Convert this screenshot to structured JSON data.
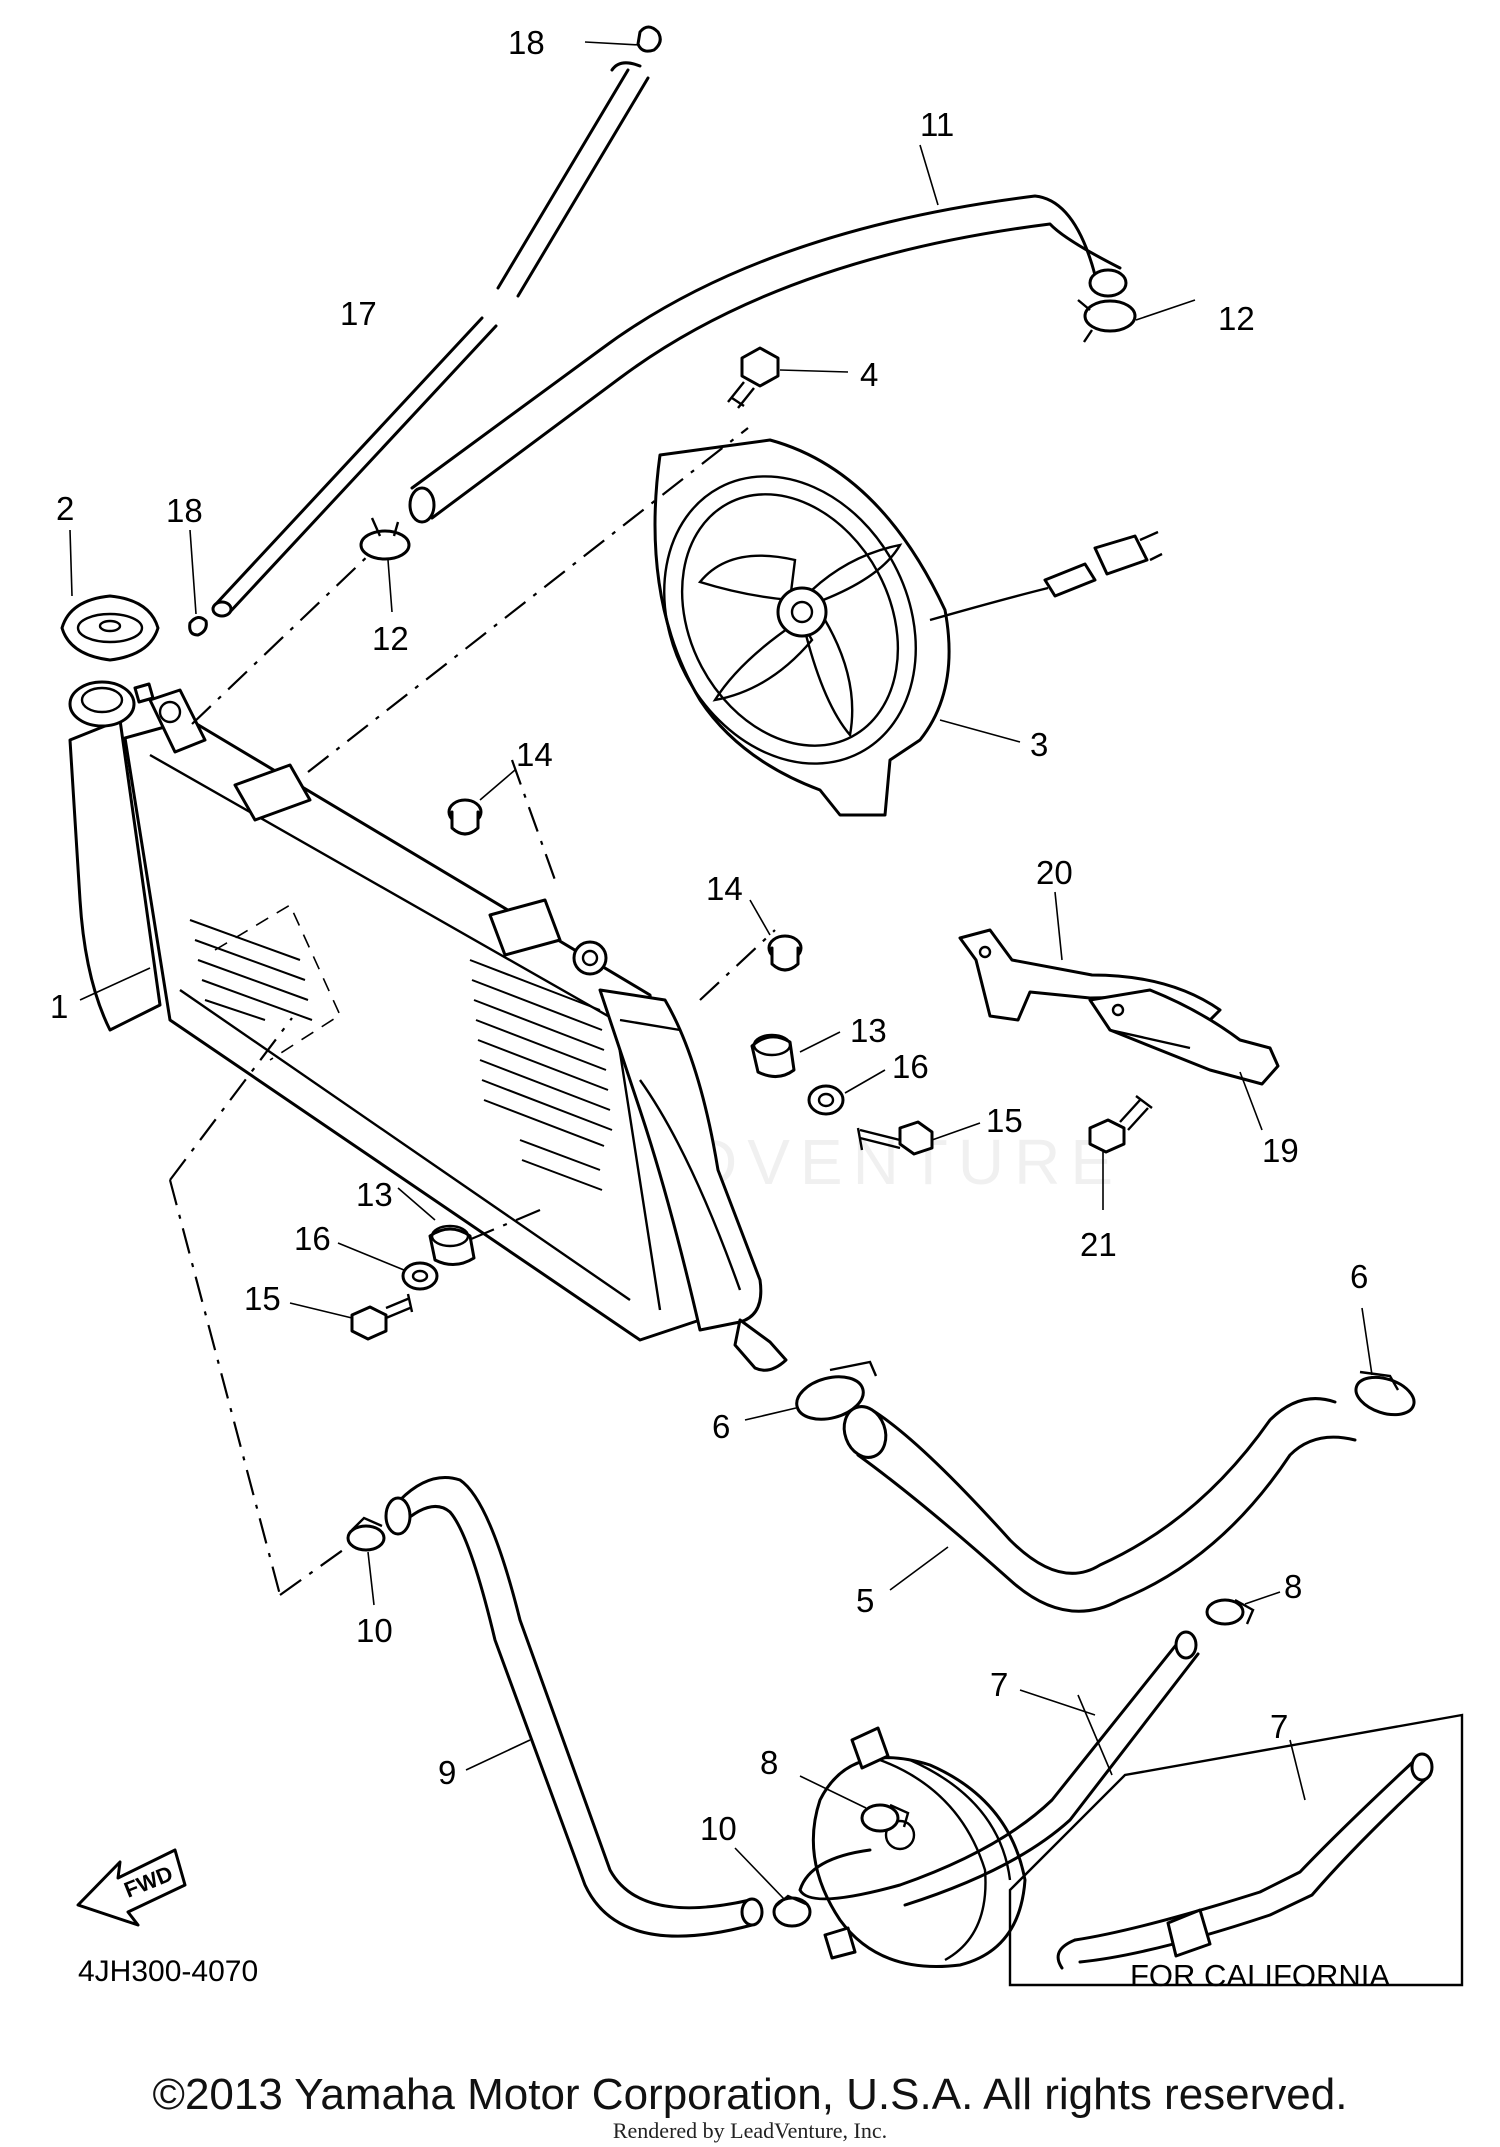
{
  "diagram": {
    "callouts": [
      {
        "id": "c18a",
        "text": "18"
      },
      {
        "id": "c11",
        "text": "11"
      },
      {
        "id": "c12a",
        "text": "12"
      },
      {
        "id": "c17",
        "text": "17"
      },
      {
        "id": "c4",
        "text": "4"
      },
      {
        "id": "c2",
        "text": "2"
      },
      {
        "id": "c18b",
        "text": "18"
      },
      {
        "id": "c12b",
        "text": "12"
      },
      {
        "id": "c3",
        "text": "3"
      },
      {
        "id": "c14a",
        "text": "14"
      },
      {
        "id": "c14b",
        "text": "14"
      },
      {
        "id": "c20",
        "text": "20"
      },
      {
        "id": "c1",
        "text": "1"
      },
      {
        "id": "c13a",
        "text": "13"
      },
      {
        "id": "c16a",
        "text": "16"
      },
      {
        "id": "c15a",
        "text": "15"
      },
      {
        "id": "c19",
        "text": "19"
      },
      {
        "id": "c21",
        "text": "21"
      },
      {
        "id": "c13b",
        "text": "13"
      },
      {
        "id": "c16b",
        "text": "16"
      },
      {
        "id": "c15b",
        "text": "15"
      },
      {
        "id": "c6a",
        "text": "6"
      },
      {
        "id": "c6b",
        "text": "6"
      },
      {
        "id": "c5",
        "text": "5"
      },
      {
        "id": "c10a",
        "text": "10"
      },
      {
        "id": "c8a",
        "text": "8"
      },
      {
        "id": "c7a",
        "text": "7"
      },
      {
        "id": "c9",
        "text": "9"
      },
      {
        "id": "c8b",
        "text": "8"
      },
      {
        "id": "c10b",
        "text": "10"
      },
      {
        "id": "c7b",
        "text": "7"
      }
    ],
    "fwd_label": "FWD",
    "diagram_code": "4JH300-4070",
    "california_label": "FOR CALIFORNIA",
    "watermark": "LEADVENTURE"
  },
  "footer": {
    "copyright": "©2013 Yamaha Motor Corporation, U.S.A. All rights reserved.",
    "rendered_by": "Rendered by LeadVenture, Inc."
  }
}
